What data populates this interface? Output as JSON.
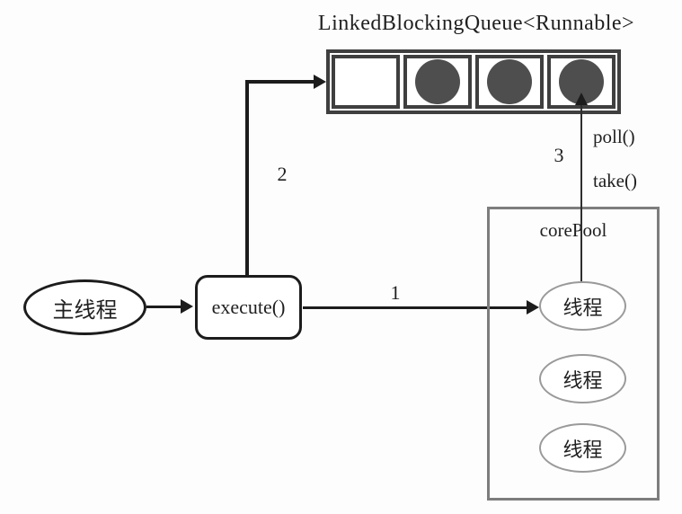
{
  "colors": {
    "line-dark": "#1c1c1c",
    "queue-border": "#3f3f3f",
    "task-fill": "#4e4e4e",
    "pool-border": "#7d7d7d",
    "thread-border": "#9a9a9a",
    "text": "#1f1f1f"
  },
  "title": "LinkedBlockingQueue<Runnable>",
  "queue": {
    "cells": [
      {
        "filled": false
      },
      {
        "filled": true
      },
      {
        "filled": true
      },
      {
        "filled": true
      }
    ]
  },
  "main_thread": {
    "label": "主线程"
  },
  "execute_box": {
    "label": "execute()"
  },
  "core_pool": {
    "label": "corePool",
    "threads": [
      {
        "label": "线程"
      },
      {
        "label": "线程"
      },
      {
        "label": "线程"
      }
    ]
  },
  "arrows": {
    "step1_label": "1",
    "step2_label": "2",
    "step3_label": "3",
    "poll_label": "poll()",
    "take_label": "take()"
  }
}
